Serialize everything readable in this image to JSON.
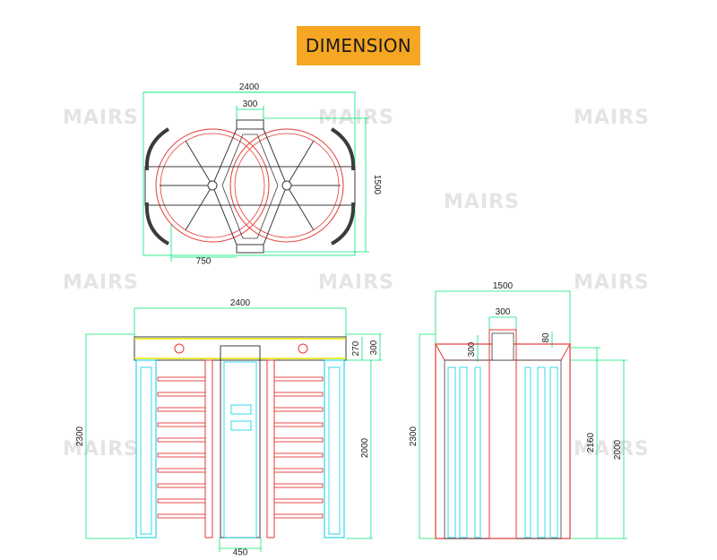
{
  "title": "DIMENSION",
  "watermark": "MAIRS",
  "colors": {
    "title_bg": "#f5a623",
    "dim_line": "#00e676",
    "outline_cyan": "#00cfe8",
    "part_red": "#e53935",
    "frame_dark": "#3b3b3b",
    "yellow": "#e6e600"
  },
  "top_view": {
    "dims": {
      "overall_width": "2400",
      "arm_width": "300",
      "depth": "1500",
      "half_width": "750"
    }
  },
  "front_view": {
    "dims": {
      "overall_width": "2400",
      "canopy_270": "270",
      "canopy_300": "300",
      "overall_height": "2300",
      "passage_height": "2000",
      "post_width": "450"
    }
  },
  "side_view": {
    "dims": {
      "overall_depth": "1500",
      "post_depth": "300",
      "canopy_left": "300",
      "canopy_right": "80",
      "overall_height": "2300",
      "inner_height": "2160",
      "passage_height": "2000"
    }
  }
}
